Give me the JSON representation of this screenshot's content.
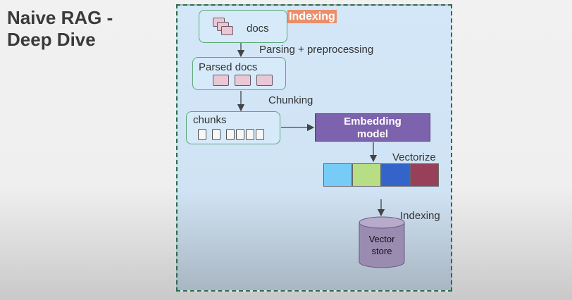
{
  "slide": {
    "title_line1": "Naive RAG -",
    "title_line2": "Deep Dive"
  },
  "diagram": {
    "indexing_tag": "Indexing",
    "docs_label": "docs",
    "parsing_label": "Parsing + preprocessing",
    "parsed_docs_label": "Parsed docs",
    "chunking_label": "Chunking",
    "chunks_label": "chunks",
    "embedding_line1": "Embedding",
    "embedding_line2": "model",
    "vectorize_label": "Vectorize",
    "indexing_label": "Indexing",
    "vector_store_line1": "Vector",
    "vector_store_line2": "store"
  },
  "colors": {
    "vector_cells": [
      "#76ccf7",
      "#b7de84",
      "#3464c9",
      "#98405a"
    ],
    "embedding_model": "#7d62ad",
    "indexing_tag": "#e98f6b",
    "frame_border": "#2e6b49"
  }
}
